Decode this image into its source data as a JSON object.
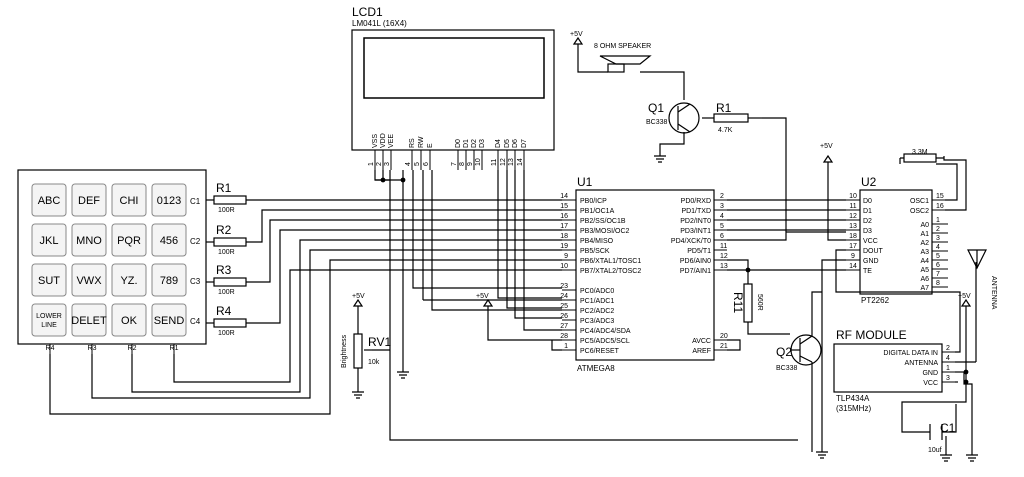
{
  "lcd": {
    "ref": "LCD1",
    "model": "LM041L (16X4)",
    "pin_names": [
      "VSS",
      "VDD",
      "VEE",
      "RS",
      "RW",
      "E",
      "D0",
      "D1",
      "D2",
      "D3",
      "D4",
      "D5",
      "D6",
      "D7"
    ],
    "pin_numbers": [
      "1",
      "2",
      "3",
      "4",
      "5",
      "6",
      "7",
      "8",
      "9",
      "10",
      "11",
      "12",
      "13",
      "14"
    ]
  },
  "keypad": {
    "keys": [
      "ABC",
      "DEF",
      "CHI",
      "0123",
      "JKL",
      "MNO",
      "PQR",
      "456",
      "SUT",
      "VWX",
      "YZ.",
      "789",
      "LOWER LINE",
      "DELET",
      "OK",
      "SEND"
    ],
    "rows": [
      "C1",
      "C2",
      "C3",
      "C4"
    ],
    "cols": [
      "R4",
      "R3",
      "R2",
      "R1"
    ]
  },
  "resistors": {
    "row_refs": [
      "R1",
      "R2",
      "R3",
      "R4"
    ],
    "row_value": "100R",
    "r1_top": {
      "ref": "R1",
      "value": "4.7K"
    },
    "r11": {
      "ref": "R11",
      "value": "560R"
    },
    "r_osc": {
      "value": "3.3M"
    }
  },
  "u1": {
    "ref": "U1",
    "part": "ATMEGA8",
    "left_pins": [
      {
        "num": "14",
        "name": "PB0/ICP"
      },
      {
        "num": "15",
        "name": "PB1/OC1A"
      },
      {
        "num": "16",
        "name": "PB2/SS/OC1B"
      },
      {
        "num": "17",
        "name": "PB3/MOSI/OC2"
      },
      {
        "num": "18",
        "name": "PB4/MISO"
      },
      {
        "num": "19",
        "name": "PB5/SCK"
      },
      {
        "num": "9",
        "name": "PB6/XTAL1/TOSC1"
      },
      {
        "num": "10",
        "name": "PB7/XTAL2/TOSC2"
      },
      {
        "num": "23",
        "name": "PC0/ADC0"
      },
      {
        "num": "24",
        "name": "PC1/ADC1"
      },
      {
        "num": "25",
        "name": "PC2/ADC2"
      },
      {
        "num": "26",
        "name": "PC3/ADC3"
      },
      {
        "num": "27",
        "name": "PC4/ADC4/SDA"
      },
      {
        "num": "28",
        "name": "PC5/ADC5/SCL"
      },
      {
        "num": "1",
        "name": "PC6/RESET"
      }
    ],
    "right_pins": [
      {
        "num": "2",
        "name": "PD0/RXD"
      },
      {
        "num": "3",
        "name": "PD1/TXD"
      },
      {
        "num": "4",
        "name": "PD2/INT0"
      },
      {
        "num": "5",
        "name": "PD3/INT1"
      },
      {
        "num": "6",
        "name": "PD4/XCK/T0"
      },
      {
        "num": "11",
        "name": "PD5/T1"
      },
      {
        "num": "12",
        "name": "PD6/AIN0"
      },
      {
        "num": "13",
        "name": "PD7/AIN1"
      },
      {
        "num": "20",
        "name": "AVCC"
      },
      {
        "num": "21",
        "name": "AREF"
      }
    ]
  },
  "u2": {
    "ref": "U2",
    "part": "PT2262",
    "left_pins": [
      {
        "num": "10",
        "name": "D0"
      },
      {
        "num": "11",
        "name": "D1"
      },
      {
        "num": "12",
        "name": "D2"
      },
      {
        "num": "13",
        "name": "D3"
      },
      {
        "num": "18",
        "name": "VCC"
      },
      {
        "num": "17",
        "name": "DOUT"
      },
      {
        "num": "9",
        "name": "GND"
      },
      {
        "num": "14",
        "name": "TE"
      }
    ],
    "right_top": [
      {
        "num": "15",
        "name": "OSC1"
      },
      {
        "num": "16",
        "name": "OSC2"
      }
    ],
    "right_addr": [
      {
        "num": "1",
        "name": "A0"
      },
      {
        "num": "2",
        "name": "A1"
      },
      {
        "num": "3",
        "name": "A2"
      },
      {
        "num": "4",
        "name": "A3"
      },
      {
        "num": "5",
        "name": "A4"
      },
      {
        "num": "6",
        "name": "A5"
      },
      {
        "num": "7",
        "name": "A6"
      },
      {
        "num": "8",
        "name": "A7"
      }
    ]
  },
  "rf": {
    "title": "RF MODULE",
    "pins": [
      {
        "num": "2",
        "name": "DIGITAL DATA IN"
      },
      {
        "num": "4",
        "name": "ANTENNA"
      },
      {
        "num": "1",
        "name": "GND"
      },
      {
        "num": "3",
        "name": "VCC"
      }
    ],
    "part": "TLP434A",
    "freq": "(315MHz)",
    "antenna": "ANTENNA"
  },
  "q1": {
    "ref": "Q1",
    "part": "BC338"
  },
  "q2": {
    "ref": "Q2",
    "part": "BC338"
  },
  "speaker": "8 OHM SPEAKER",
  "rv1": {
    "ref": "RV1",
    "value": "10k",
    "label": "Brightness"
  },
  "c1": {
    "ref": "C1",
    "value": "10uf"
  },
  "power": {
    "v5": "+5V"
  }
}
